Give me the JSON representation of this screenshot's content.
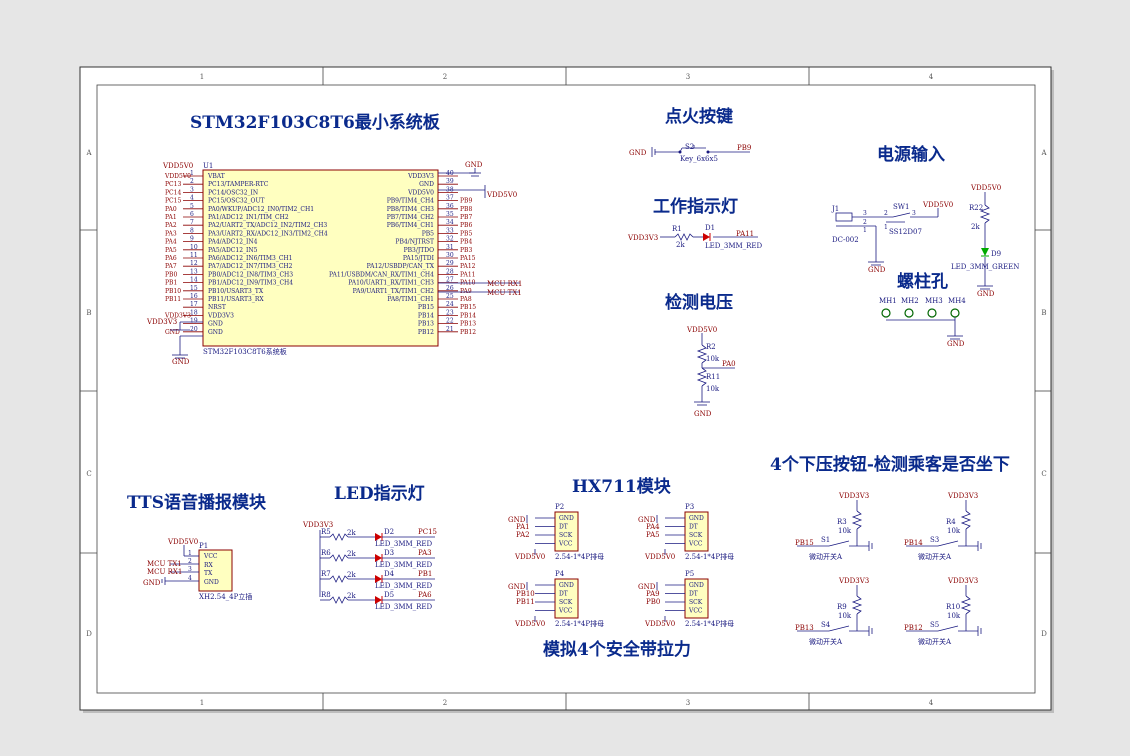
{
  "frame": {
    "cols": [
      "1",
      "2",
      "3",
      "4"
    ],
    "rows": [
      "A",
      "B",
      "C",
      "D"
    ]
  },
  "sections": {
    "mcu": "STM32F103C8T6最小系统板",
    "ignite": "点火按键",
    "power": "电源输入",
    "work_led": "工作指示灯",
    "screw": "螺柱孔",
    "voltage": "检测电压",
    "tts": "TTS语音播报模块",
    "led": "LED指示灯",
    "hx711": "HX711模块",
    "buttons": "4个下压按钮-检测乘客是否坐下",
    "belt": "模拟4个安全带拉力"
  },
  "mcu": {
    "ref": "U1",
    "footprint": "STM32F103C8T6系统板",
    "left_pins": [
      {
        "num": "1",
        "name": "VBAT",
        "net": "VDD5V0"
      },
      {
        "num": "2",
        "name": "PC13/TAMPER-RTC",
        "net": "PC13"
      },
      {
        "num": "3",
        "name": "PC14/OSC32_IN",
        "net": "PC14"
      },
      {
        "num": "4",
        "name": "PC15/OSC32_OUT",
        "net": "PC15"
      },
      {
        "num": "5",
        "name": "PA0/WKUP/ADC12_IN0/TIM2_CH1",
        "net": "PA0"
      },
      {
        "num": "6",
        "name": "PA1/ADC12_IN1/TIM_CH2",
        "net": "PA1"
      },
      {
        "num": "7",
        "name": "PA2/UART2_TX/ADC12_IN2/TIM2_CH3",
        "net": "PA2"
      },
      {
        "num": "8",
        "name": "PA3/UART2_RX/ADC12_IN3/TIM2_CH4",
        "net": "PA3"
      },
      {
        "num": "9",
        "name": "PA4/ADC12_IN4",
        "net": "PA4"
      },
      {
        "num": "10",
        "name": "PA5/ADC12_IN5",
        "net": "PA5"
      },
      {
        "num": "11",
        "name": "PA6/ADC12_IN6/TIM3_CH1",
        "net": "PA6"
      },
      {
        "num": "12",
        "name": "PA7/ADC12_IN7/TIM3_CH2",
        "net": "PA7"
      },
      {
        "num": "13",
        "name": "PB0/ADC12_IN8/TIM3_CH3",
        "net": "PB0"
      },
      {
        "num": "14",
        "name": "PB1/ADC12_IN9/TIM3_CH4",
        "net": "PB1"
      },
      {
        "num": "15",
        "name": "PB10/USART3_TX",
        "net": "PB10"
      },
      {
        "num": "16",
        "name": "PB11/USART3_RX",
        "net": "PB11"
      },
      {
        "num": "17",
        "name": "NRST",
        "net": ""
      },
      {
        "num": "18",
        "name": "VDD3V3",
        "net": "VDD3V3"
      },
      {
        "num": "19",
        "name": "GND",
        "net": ""
      },
      {
        "num": "20",
        "name": "GND",
        "net": "GND"
      }
    ],
    "right_pins": [
      {
        "num": "40",
        "name": "VDD3V3",
        "net": "GND"
      },
      {
        "num": "39",
        "name": "GND",
        "net": ""
      },
      {
        "num": "38",
        "name": "VDD5V0",
        "net": "VDD5V0"
      },
      {
        "num": "37",
        "name": "PB9/TIM4_CH4",
        "net": "PB9"
      },
      {
        "num": "36",
        "name": "PB8/TIM4_CH3",
        "net": "PB8"
      },
      {
        "num": "35",
        "name": "PB7/TIM4_CH2",
        "net": "PB7"
      },
      {
        "num": "34",
        "name": "PB6/TIM4_CH1",
        "net": "PB6"
      },
      {
        "num": "33",
        "name": "PB5",
        "net": "PB5"
      },
      {
        "num": "32",
        "name": "PB4/NJTRST",
        "net": "PB4"
      },
      {
        "num": "31",
        "name": "PB3/JTDO",
        "net": "PB3"
      },
      {
        "num": "30",
        "name": "PA15/JTDI",
        "net": "PA15"
      },
      {
        "num": "29",
        "name": "PA12/USBDP/CAN_TX",
        "net": "PA12"
      },
      {
        "num": "28",
        "name": "PA11/USBDM/CAN_RX/TIM1_CH4",
        "net": "PA11"
      },
      {
        "num": "27",
        "name": "PA10/UART1_RX/TIM1_CH3",
        "net": "PA10"
      },
      {
        "num": "26",
        "name": "PA9/UART1_TX/TIM1_CH2",
        "net": "PA9"
      },
      {
        "num": "25",
        "name": "PA8/TIM1_CH1",
        "net": "PA8"
      },
      {
        "num": "24",
        "name": "PB15",
        "net": "PB15"
      },
      {
        "num": "23",
        "name": "PB14",
        "net": "PB14"
      },
      {
        "num": "22",
        "name": "PB13",
        "net": "PB13"
      },
      {
        "num": "21",
        "name": "PB12",
        "net": "PB12"
      }
    ],
    "extra_nets": {
      "mcu_rx": "MCU RX1",
      "mcu_tx": "MCU TX1",
      "vdd3v3": "VDD3V3",
      "gnd": "GND"
    }
  },
  "ignite": {
    "ref": "S2",
    "footprint": "Key_6x6x5",
    "net_left": "GND",
    "net_right": "PB9"
  },
  "work_led": {
    "net_left": "VDD3V3",
    "res_ref": "R1",
    "res_val": "2k",
    "led_ref": "D1",
    "led_val": "LED_3MM_RED",
    "net_right": "PA11"
  },
  "voltage": {
    "vdd": "VDD5V0",
    "r_top_ref": "R2",
    "r_top_val": "10k",
    "net": "PA0",
    "r_bot_ref": "R11",
    "r_bot_val": "10k",
    "gnd": "GND"
  },
  "power": {
    "jack_ref": "J1",
    "jack_val": "DC-002",
    "sw_ref": "SW1",
    "sw_val": "SS12D07",
    "vdd": "VDD5V0",
    "gnd": "GND",
    "pin1": "1",
    "pin2": "2",
    "pin3": "3",
    "sw_pin": "2",
    "sw_pin3": "3",
    "sw_pin1": "1",
    "led_vdd": "VDD5V0",
    "led_res_ref": "R22",
    "led_res_val": "2k",
    "led_ref": "D9",
    "led_val": "LED_3MM_GREEN",
    "led_gnd": "GND"
  },
  "screw": {
    "holes": [
      "MH1",
      "MH2",
      "MH3",
      "MH4"
    ],
    "gnd": "GND"
  },
  "tts": {
    "ref": "P1",
    "vdd": "VDD5V0",
    "pins": [
      "VCC",
      "RX",
      "TX",
      "GND"
    ],
    "nums": [
      "1",
      "2",
      "3",
      "4"
    ],
    "nets": [
      "",
      "MCU TX1",
      "MCU RX1",
      "GND"
    ],
    "footprint": "XH2.54_4P立插"
  },
  "led": {
    "vdd": "VDD3V3",
    "rows": [
      {
        "r": "R5",
        "rv": "2k",
        "d": "D2",
        "net": "PC15",
        "dv": "LED_3MM_RED"
      },
      {
        "r": "R6",
        "rv": "2k",
        "d": "D3",
        "net": "PA3",
        "dv": "LED_3MM_RED"
      },
      {
        "r": "R7",
        "rv": "2k",
        "d": "D4",
        "net": "PB1",
        "dv": "LED_3MM_RED"
      },
      {
        "r": "R8",
        "rv": "2k",
        "d": "D5",
        "net": "PA6",
        "dv": "LED_3MM_RED"
      }
    ]
  },
  "hx711": {
    "pins": [
      "GND",
      "DT",
      "SCK",
      "VCC"
    ],
    "footprint": "2.54-1*4P排母",
    "modules": [
      {
        "ref": "P2",
        "gnd": "GND",
        "n1": "PA1",
        "n2": "PA2",
        "vdd": "VDD5V0"
      },
      {
        "ref": "P3",
        "gnd": "GND",
        "n1": "PA4",
        "n2": "PA5",
        "vdd": "VDD5V0"
      },
      {
        "ref": "P4",
        "gnd": "GND",
        "n1": "PB10",
        "n2": "PB11",
        "vdd": "VDD5V0"
      },
      {
        "ref": "P5",
        "gnd": "GND",
        "n1": "PA9",
        "n2": "PB0",
        "vdd": "VDD5V0"
      }
    ]
  },
  "buttons": {
    "vdd": "VDD3V3",
    "label": "微动开关A",
    "items": [
      {
        "r": "R3",
        "rv": "10k",
        "s": "S1",
        "net": "PB15"
      },
      {
        "r": "R4",
        "rv": "10k",
        "s": "S3",
        "net": "PB14"
      },
      {
        "r": "R9",
        "rv": "10k",
        "s": "S4",
        "net": "PB13"
      },
      {
        "r": "R10",
        "rv": "10k",
        "s": "S5",
        "net": "PB12"
      }
    ]
  },
  "colors": {
    "wire": "#1a1a80",
    "net": "#8b0000",
    "title": "#0a2a8c",
    "part_fill": "#ffffc0",
    "part_stroke": "#8b0000",
    "pin": "#8b0000"
  }
}
